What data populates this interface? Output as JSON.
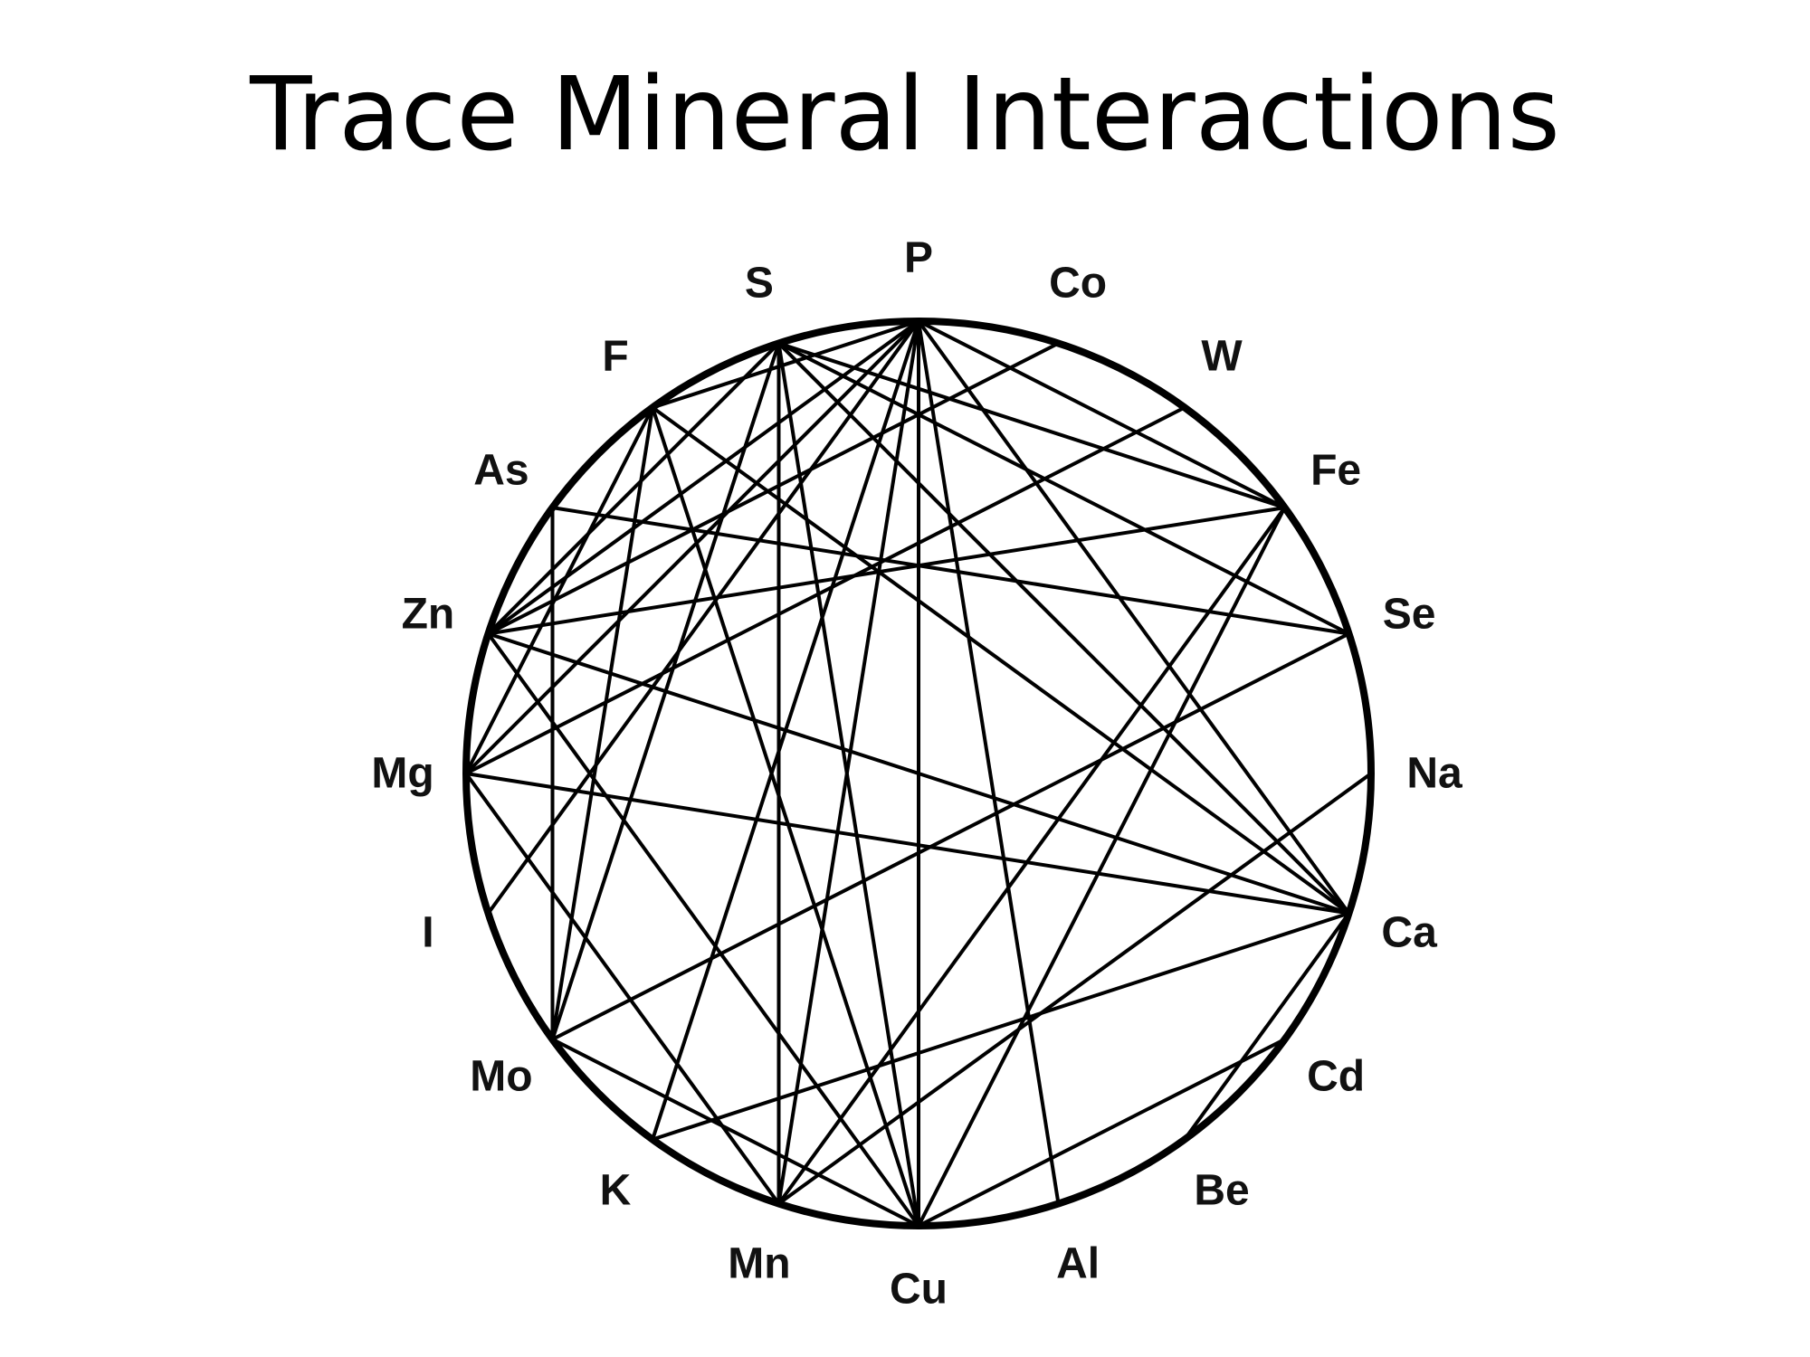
{
  "title": "Trace Mineral Interactions",
  "colors": {
    "ink": "#000000",
    "background": "#ffffff"
  },
  "minerals": [
    "P",
    "Co",
    "W",
    "Fe",
    "Se",
    "Na",
    "Ca",
    "Cd",
    "Be",
    "Al",
    "Cu",
    "Mn",
    "K",
    "Mo",
    "I",
    "Mg",
    "Zn",
    "As",
    "F",
    "S"
  ],
  "interactions": [
    [
      "P",
      "Zn"
    ],
    [
      "P",
      "Mg"
    ],
    [
      "P",
      "I"
    ],
    [
      "P",
      "K"
    ],
    [
      "P",
      "Mn"
    ],
    [
      "P",
      "Cu"
    ],
    [
      "P",
      "Al"
    ],
    [
      "P",
      "Ca"
    ],
    [
      "P",
      "Fe"
    ],
    [
      "P",
      "F"
    ],
    [
      "S",
      "Zn"
    ],
    [
      "S",
      "Mn"
    ],
    [
      "S",
      "Cu"
    ],
    [
      "S",
      "Fe"
    ],
    [
      "S",
      "Se"
    ],
    [
      "S",
      "Mo"
    ],
    [
      "S",
      "Ca"
    ],
    [
      "F",
      "Cu"
    ],
    [
      "F",
      "Ca"
    ],
    [
      "F",
      "Mo"
    ],
    [
      "F",
      "Mg"
    ],
    [
      "As",
      "Se"
    ],
    [
      "As",
      "Mo"
    ],
    [
      "Zn",
      "Fe"
    ],
    [
      "Zn",
      "Ca"
    ],
    [
      "Zn",
      "Cu"
    ],
    [
      "Zn",
      "Co"
    ],
    [
      "Mg",
      "Ca"
    ],
    [
      "Mg",
      "Mn"
    ],
    [
      "Mg",
      "W"
    ],
    [
      "Fe",
      "Cu"
    ],
    [
      "Fe",
      "Mn"
    ],
    [
      "Mo",
      "Cu"
    ],
    [
      "Mo",
      "Se"
    ],
    [
      "Ca",
      "K"
    ],
    [
      "Na",
      "Mn"
    ],
    [
      "Cd",
      "Cu"
    ],
    [
      "Ca",
      "Be"
    ]
  ]
}
